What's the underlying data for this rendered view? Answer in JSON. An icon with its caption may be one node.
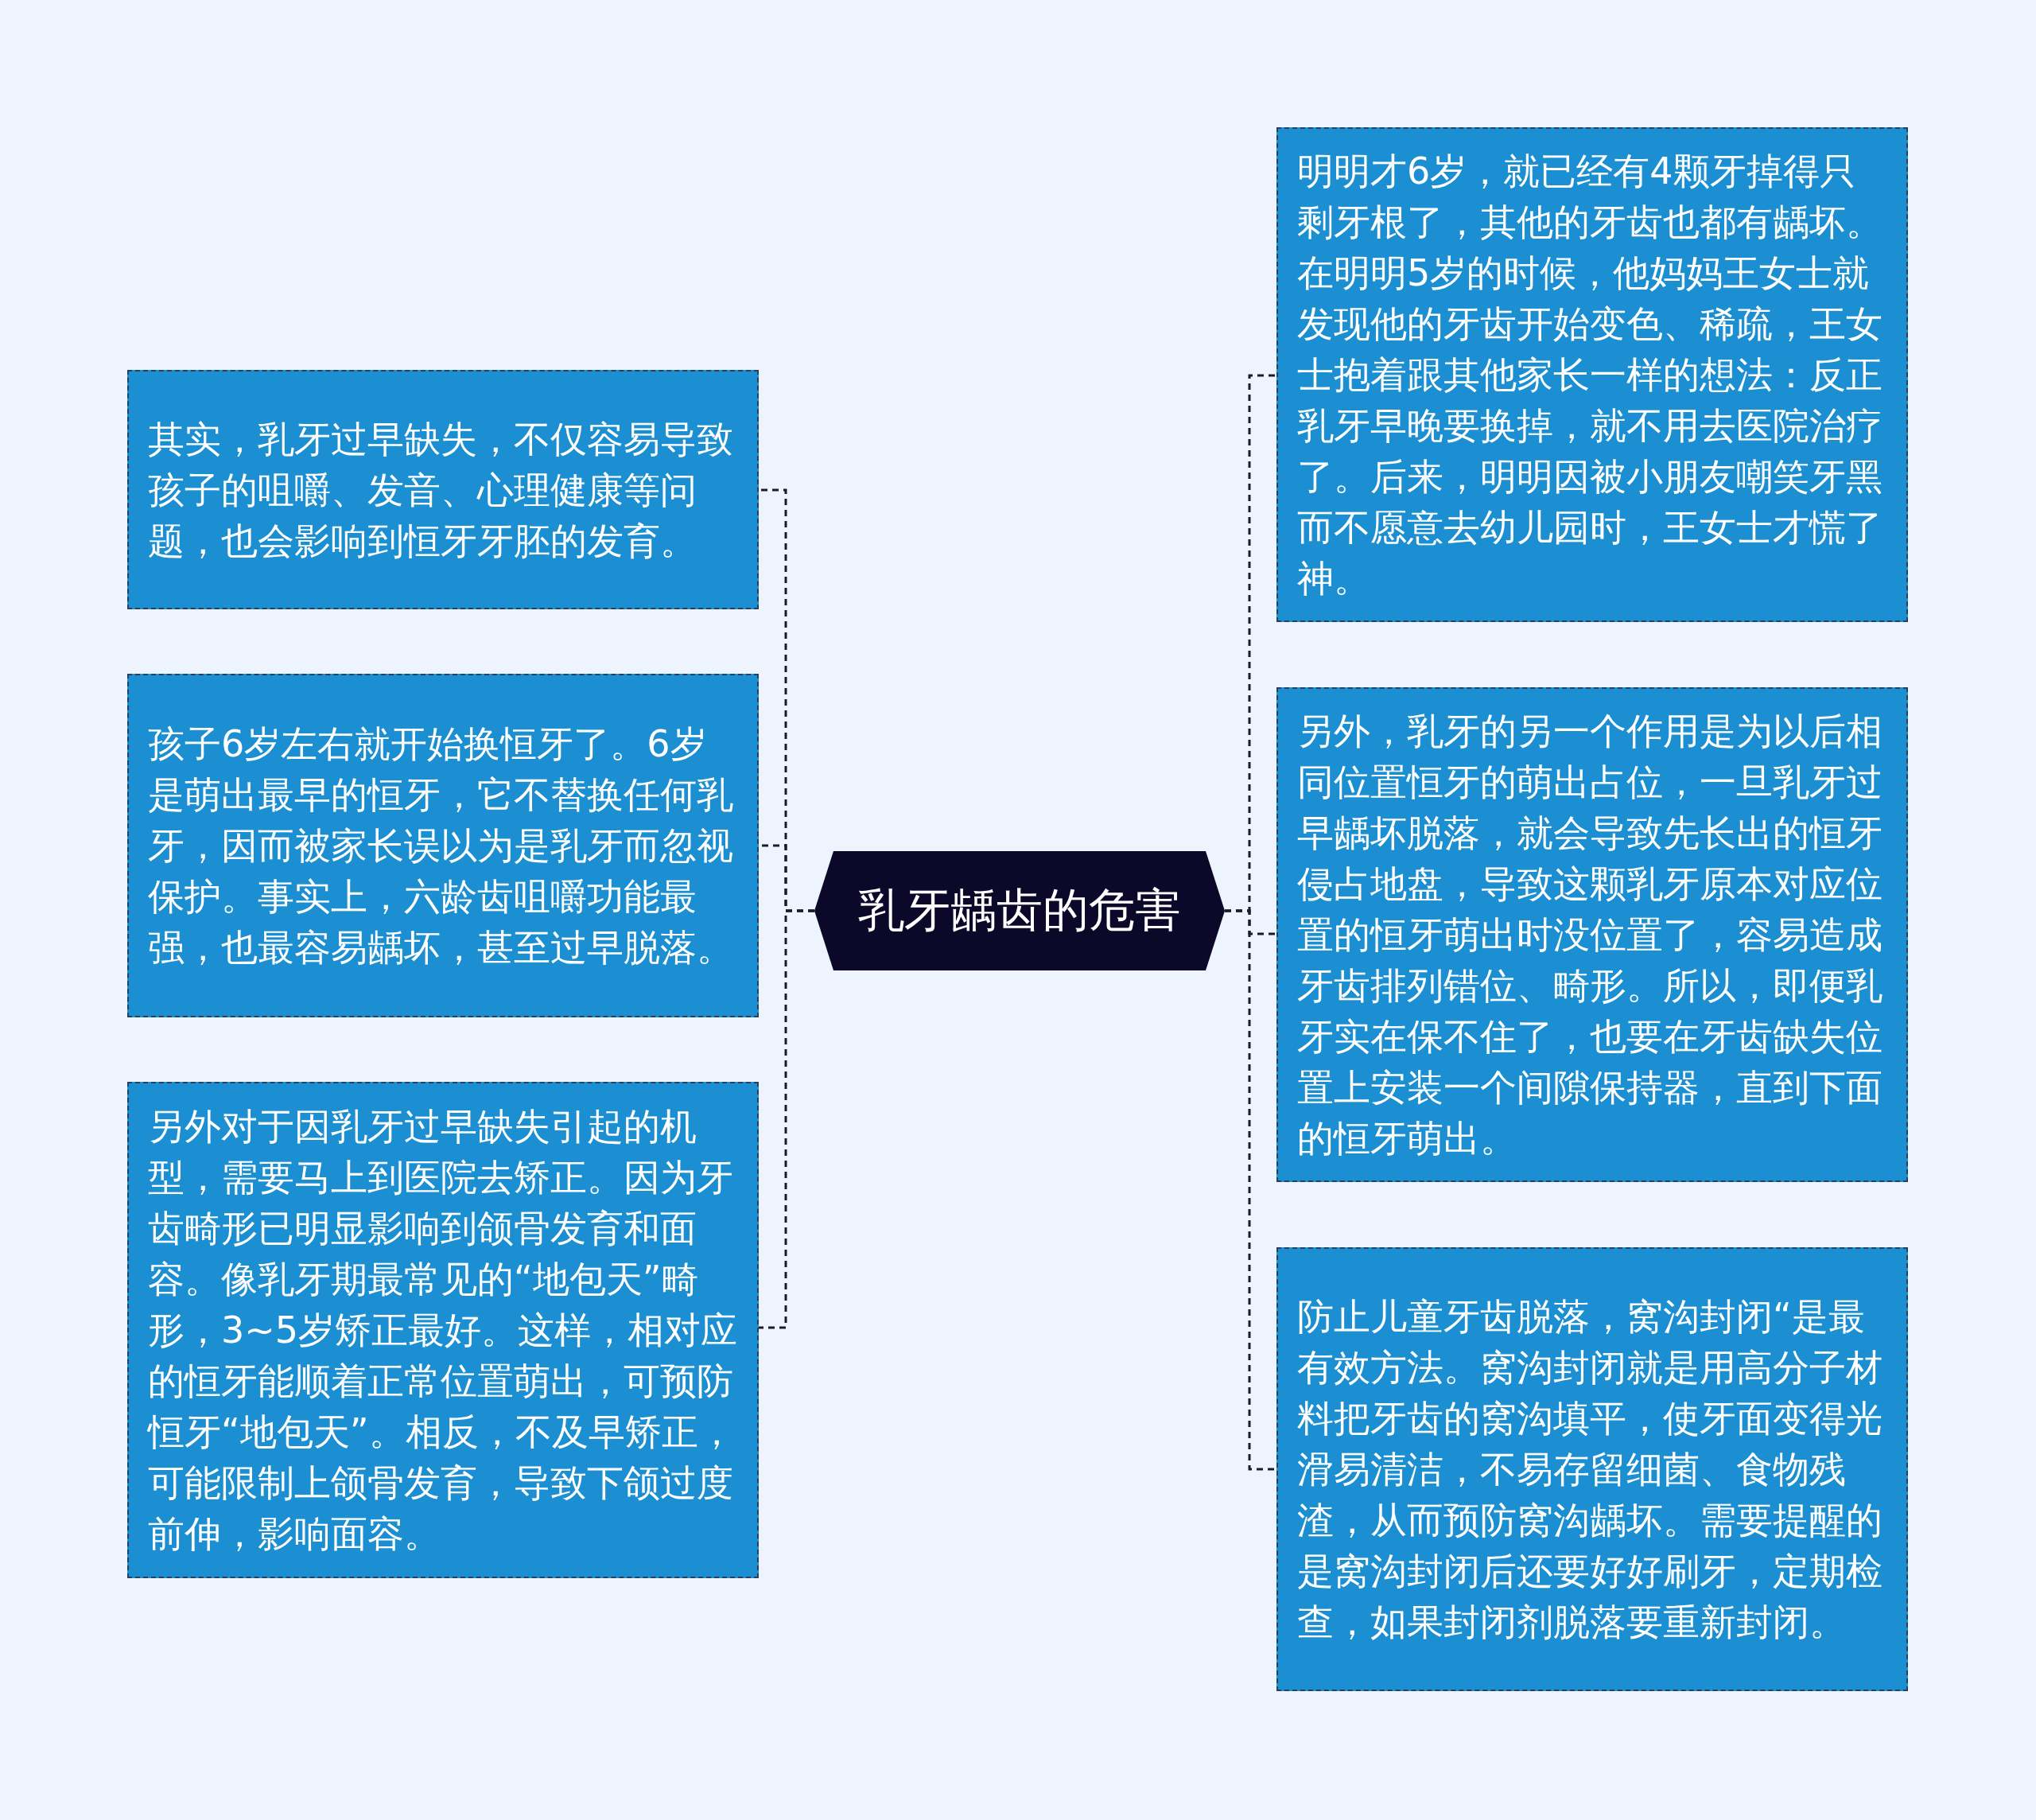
{
  "diagram": {
    "nodes": [
      {
        "text": [
          "乳牙龋齿的危害"
        ]
      },
      {
        "text": [
          "其实，乳牙过早缺失，不仅容易导致孩子的咀嚼、发音、心理健康等问题，也会影响到恒牙牙胚的发育。"
        ]
      },
      {
        "text": [
          "孩子6岁左右就开始换恒牙了。6岁是萌出最早的恒牙，它不替换任何乳牙，因而被家长误以为是乳牙而忽视保护。事实上，六龄齿咀嚼功能最强，也最容易龋坏，甚至过早脱落。"
        ]
      },
      {
        "text": [
          "另外对于因乳牙过早缺失引起的机型，需要马上到医院去矫正。因为牙齿畸形已明显影响到颌骨发育和面容。像乳牙期最常见的“地包天”畸形，3~5岁矫正最好。这样，相对应的恒牙能顺着正常位置萌出，可预防恒牙“地包天”。相反，不及早矫正，可能限制上颌骨发育，导致下颌过度前伸，影响面容。"
        ]
      },
      {
        "text": [
          "明明才6岁，就已经有4颗牙掉得只剩牙根了，其他的牙齿也都有龋坏。在明明5岁的时候，他妈妈王女士就发现他的牙齿开始变色、稀疏，王女士抱着跟其他家长一样的想法：反正乳牙早晚要换掉，就不用去医院治疗了。后来，明明因被小朋友嘲笑牙黑而不愿意去幼儿园时，王女士才慌了神。"
        ]
      },
      {
        "text": [
          "另外，乳牙的另一个作用是为以后相同位置恒牙的萌出占位，一旦乳牙过早龋坏脱落，就会导致先长出的恒牙侵占地盘，导致这颗乳牙原本对应位置的恒牙萌出时没位置了，容易造成牙齿排列错位、畸形。所以，即便乳牙实在保不住了，也要在牙齿缺失位置上安装一个间隙保持器，直到下面的恒牙萌出。"
        ]
      },
      {
        "text": [
          "防止儿童牙齿脱落，窝沟封闭“是最有效方法。窝沟封闭就是用高分子材料把牙齿的窝沟填平，使牙面变得光滑易清洁，不易存留细菌、食物残渣，从而预防窝沟龋坏。需要提醒的是窝沟封闭后还要好好刷牙，定期检查，如果封闭剂脱落要重新封闭。"
        ]
      }
    ],
    "edges": [
      {
        "from": 0,
        "to": 1,
        "arrow": "none",
        "style": "dashed"
      },
      {
        "from": 0,
        "to": 2,
        "arrow": "none",
        "style": "dashed"
      },
      {
        "from": 0,
        "to": 3,
        "arrow": "none",
        "style": "dashed"
      },
      {
        "from": 0,
        "to": 4,
        "arrow": "none",
        "style": "dashed"
      },
      {
        "from": 0,
        "to": 5,
        "arrow": "none",
        "style": "dashed"
      },
      {
        "from": 0,
        "to": 6,
        "arrow": "none",
        "style": "dashed"
      }
    ]
  }
}
